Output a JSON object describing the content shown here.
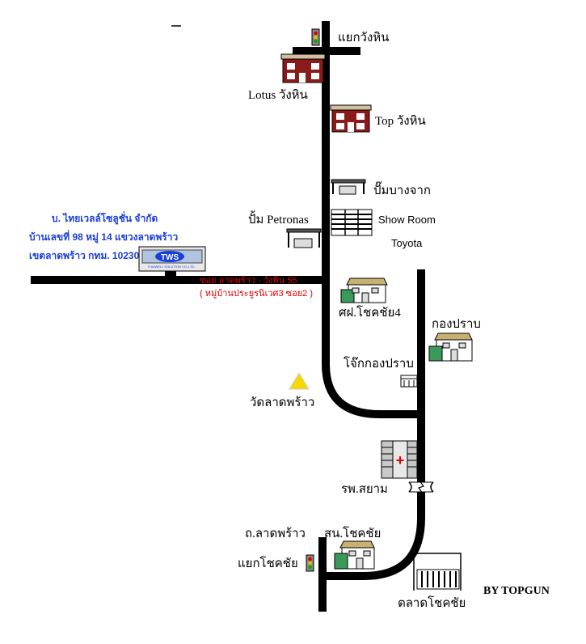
{
  "labels": {
    "junction_wanghin": "แยกวังหิน",
    "lotus": "Lotus วังหิน",
    "top": "Top วังหิน",
    "bangchak": "ปั๊มบางจาก",
    "petronas": "ปั้ม Petronas",
    "showroom_1": "Show Room",
    "showroom_2": "Toyota",
    "soi_name": "ซอย ลาดพร้าว - วังหิน 55",
    "soi_village": "( หมู่บ้านประยูรนิเวศ3 ซอย2 )",
    "school": "ศฝ.โชคชัย4",
    "kongprab": "กองปราบ",
    "jok": "โจ๊กกองปราบ",
    "temple": "วัดลาดพร้าว",
    "hospital": "รพ.สยาม",
    "road_ladprao": "ถ.ลาดพร้าว",
    "police": "สน.โชคชัย",
    "junction_chokchai": "แยกโชคชัย",
    "market": "ตลาดโชคชัย",
    "credit": "BY TOPGUN",
    "hospital_cross": "+"
  },
  "company": {
    "name": "บ. ไทยเวลล์โซลูชั่น จำกัด",
    "address_1": "บ้านเลขที่ 98 หมู่ 14 แขวงลาดพร้าว",
    "address_2": "เขตลาดพร้าว กทม. 10230",
    "logo_text": "TWS",
    "logo_subtext": "THAIWELL SOLUTION CO.,LTD."
  },
  "colors": {
    "road": "#000000",
    "company_text": "#1a3fd6",
    "soi_text": "#e00000",
    "temple": "#f5d800"
  }
}
